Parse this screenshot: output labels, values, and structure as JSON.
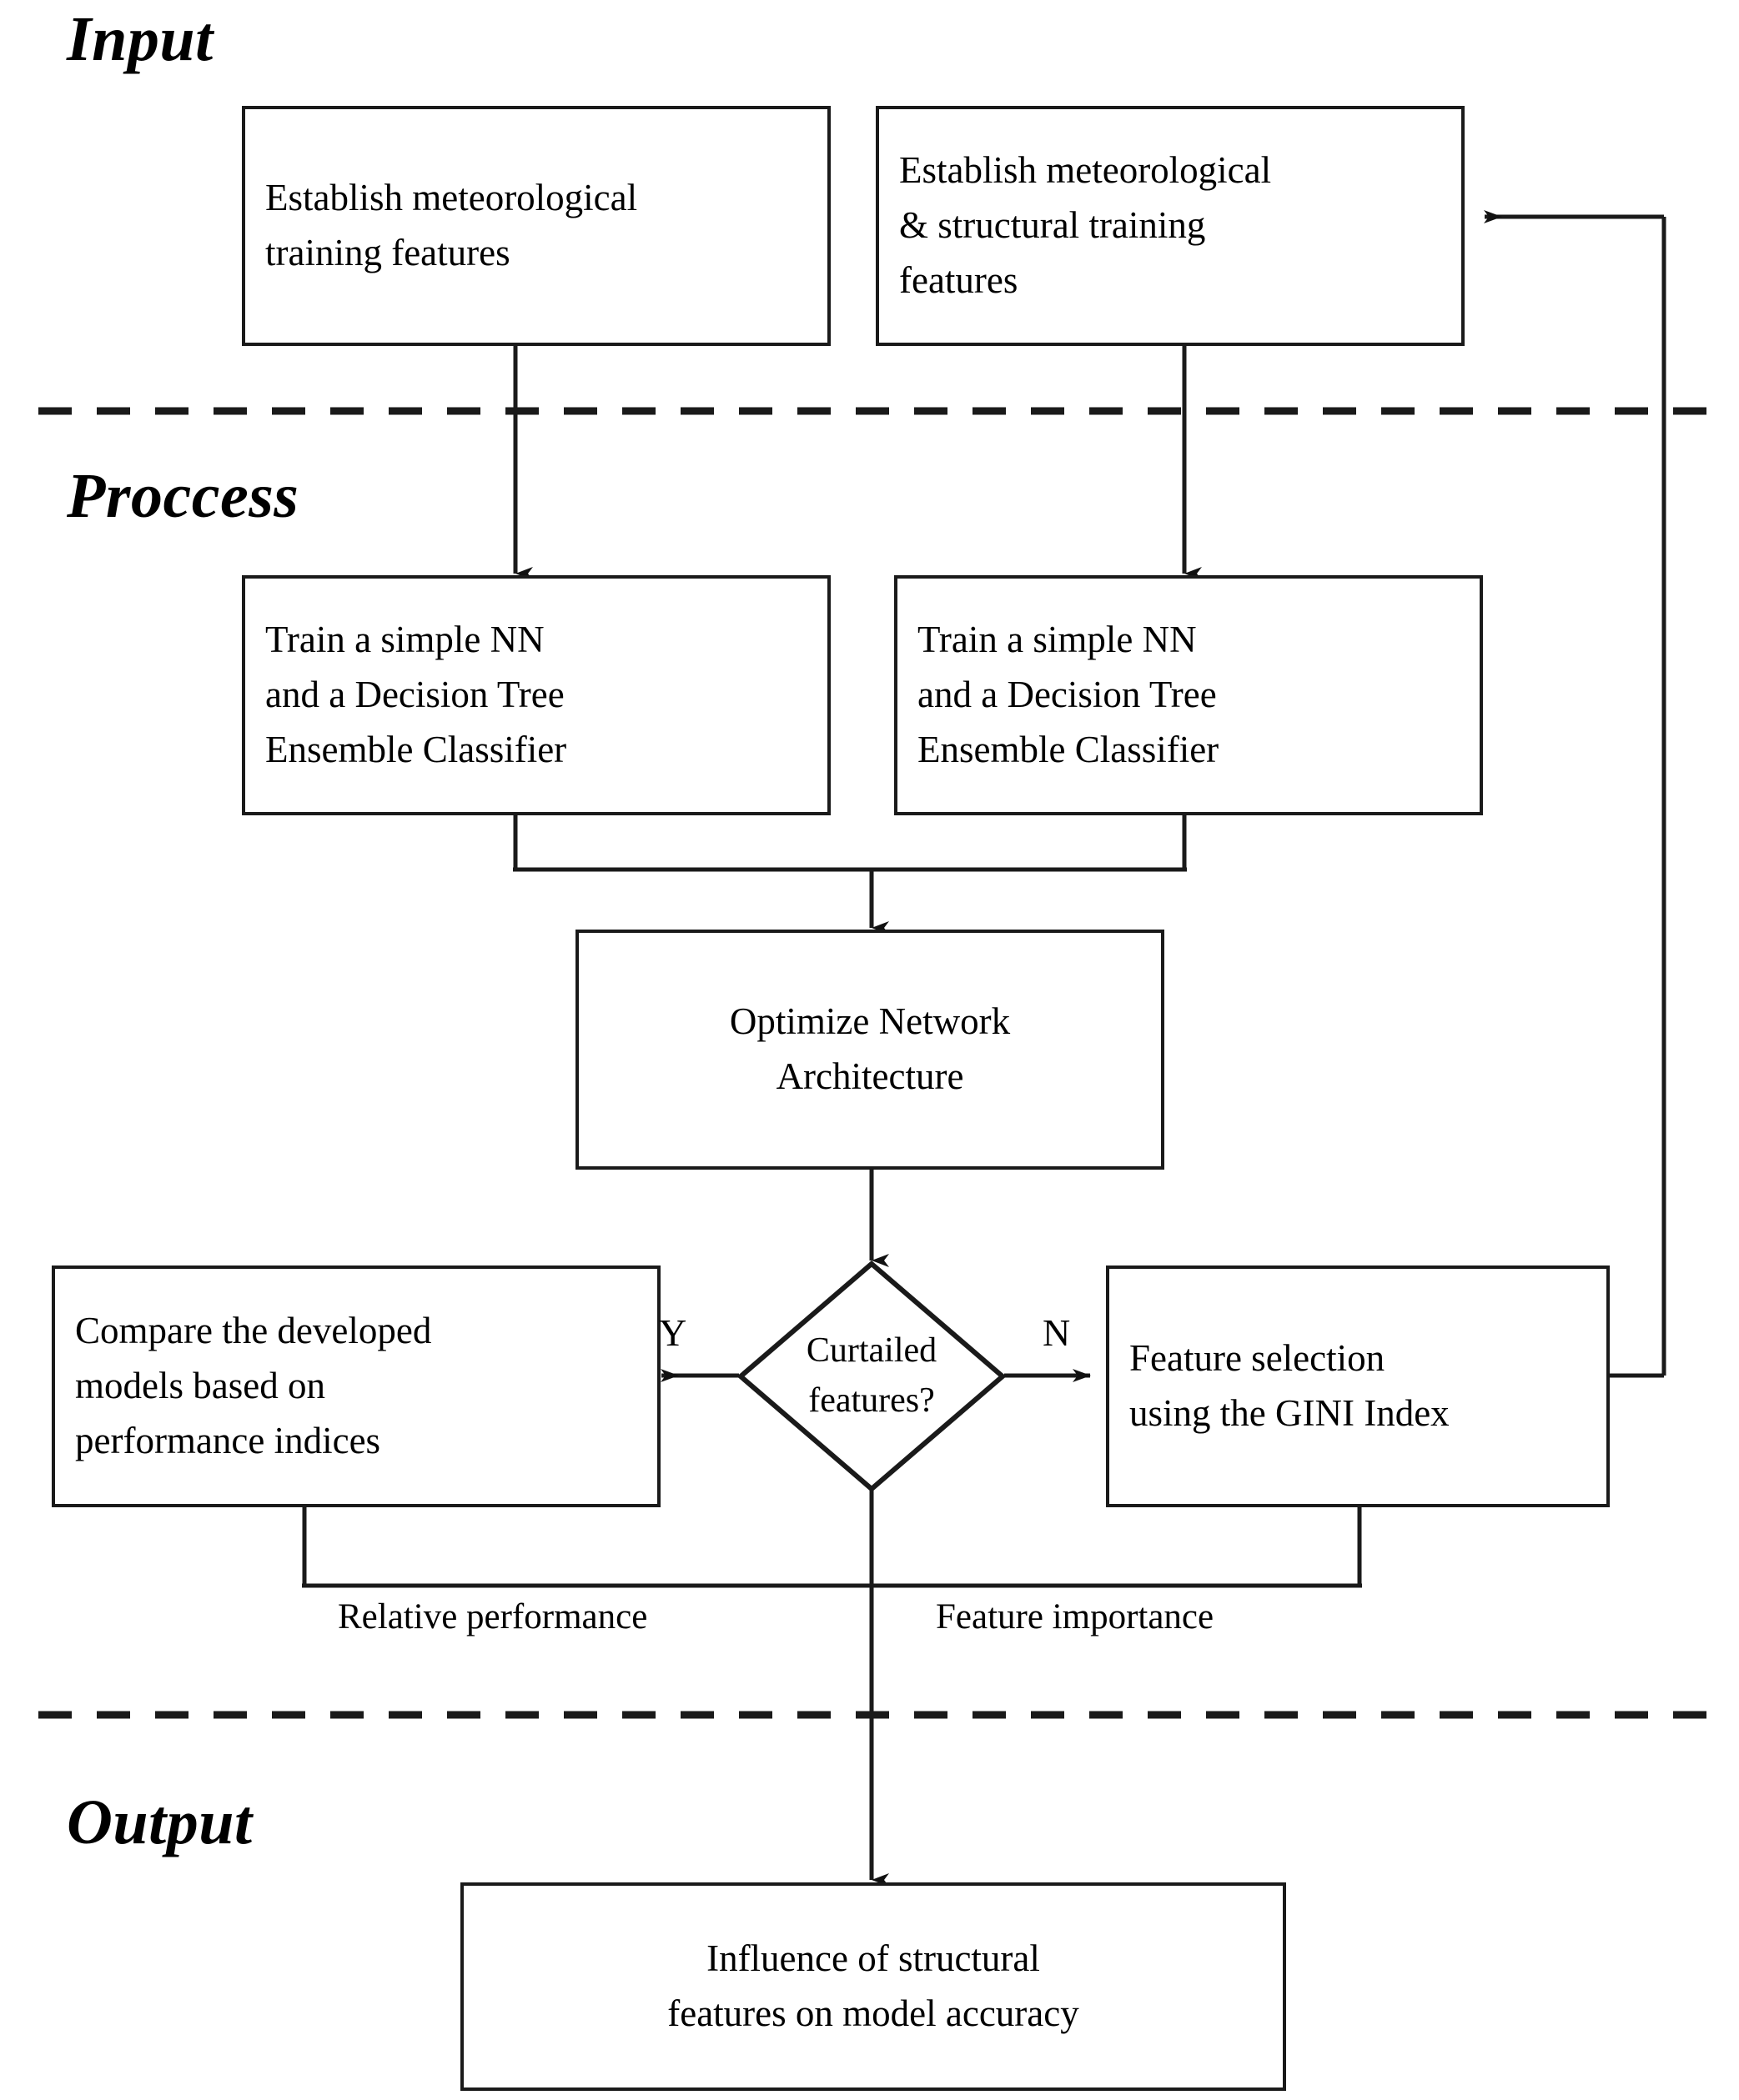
{
  "diagram": {
    "title_sections": [
      {
        "id": "input",
        "label": "Input"
      },
      {
        "id": "process",
        "label": "Proccess"
      },
      {
        "id": "output",
        "label": "Output"
      }
    ],
    "nodes": {
      "input_met": {
        "lines": [
          "Establish meteorological",
          "training features"
        ]
      },
      "input_met_struct": {
        "lines": [
          "Establish meteorological",
          "& structural training",
          "features"
        ]
      },
      "train_left": {
        "lines": [
          "Train a simple NN",
          "and a Decision Tree",
          "Ensemble Classifier"
        ]
      },
      "train_right": {
        "lines": [
          "Train a simple NN",
          "and a Decision Tree",
          "Ensemble Classifier"
        ]
      },
      "optimize": {
        "lines": [
          "Optimize Network",
          "Architecture"
        ]
      },
      "decision": {
        "lines": [
          "Curtailed",
          "features?"
        ]
      },
      "compare": {
        "lines": [
          "Compare the developed",
          "models based on",
          "performance indices"
        ]
      },
      "feature_selection": {
        "lines": [
          "Feature selection",
          "using the GINI Index"
        ]
      },
      "output_box": {
        "lines": [
          "Influence of structural",
          "features on model accuracy"
        ]
      }
    },
    "edge_labels": {
      "yes": "Y",
      "no": "N",
      "relative_performance": "Relative performance",
      "feature_importance": "Feature importance"
    },
    "colors": {
      "stroke": "#1a1a1a",
      "background": "#ffffff",
      "text": "#000000"
    }
  }
}
